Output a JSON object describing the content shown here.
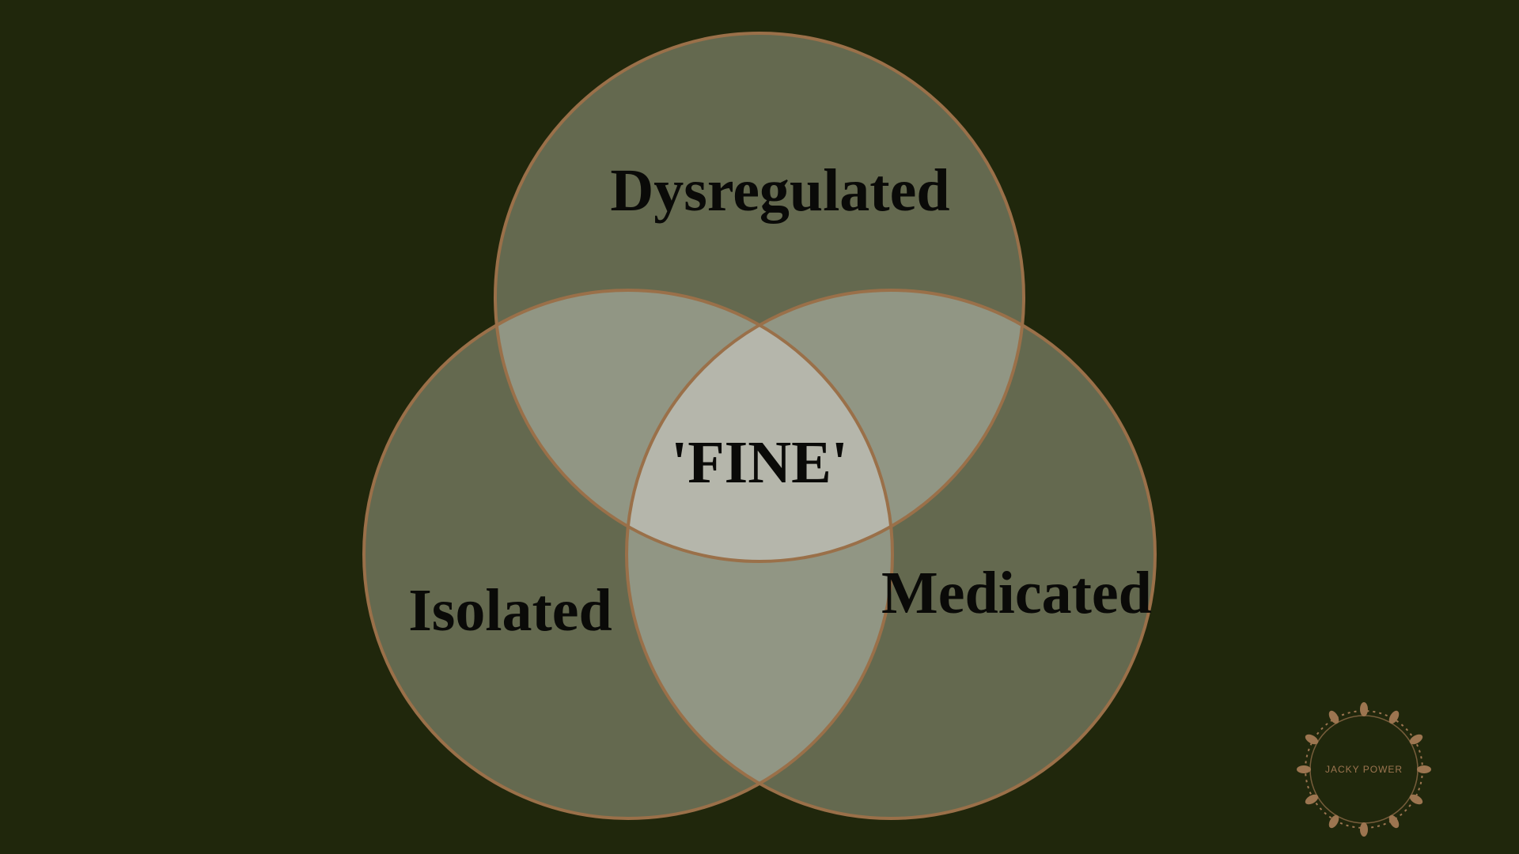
{
  "diagram": {
    "type": "venn",
    "sets": [
      {
        "id": "top",
        "label": "Dysregulated"
      },
      {
        "id": "left",
        "label": "Isolated"
      },
      {
        "id": "right",
        "label": "Medicated"
      }
    ],
    "center_label": "'FINE'"
  },
  "logo": {
    "text": "JACKY POWER"
  },
  "colors": {
    "background": "#20270c",
    "circle_fill": "#64694f",
    "pair_overlap_fill": "#919684",
    "center_overlap_fill": "#b5b6ab",
    "outline": "#9a7049",
    "label_text": "#0a0a08",
    "logo": "#9c7550"
  }
}
